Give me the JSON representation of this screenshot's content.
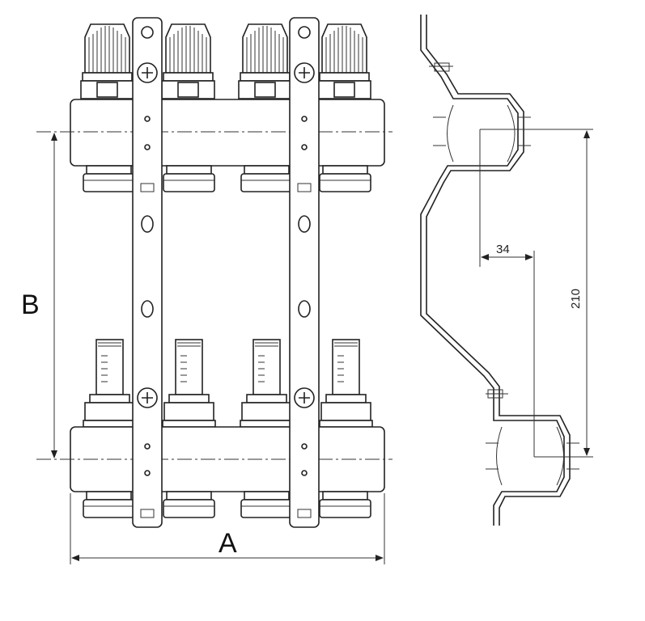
{
  "drawing": {
    "front_view": {
      "dimension_width_label": "A",
      "dimension_height_label": "B",
      "outlets_per_bar": 4
    },
    "side_view": {
      "dimension_offset_label": "34",
      "dimension_height_label": "210"
    }
  }
}
